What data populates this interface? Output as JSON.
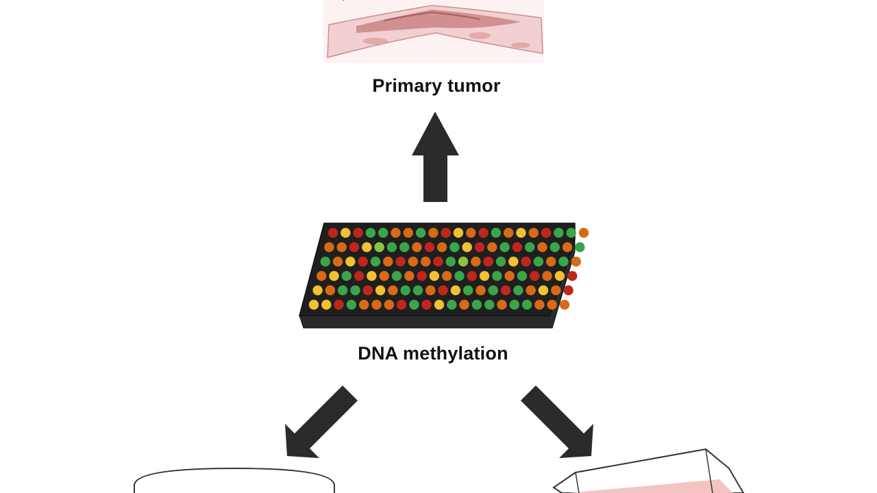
{
  "labels": {
    "primary_tumor": "Primary tumor",
    "dna_methylation": "DNA methylation"
  },
  "colors": {
    "background": "#ffffff",
    "arrow": "#2b2b2b",
    "array_plate": "#1f1f1f",
    "dot_red": "#c0261c",
    "dot_orange": "#d86a17",
    "dot_yellow": "#f0c132",
    "dot_green": "#3aa54a",
    "dot_light_green": "#8cc33f",
    "tissue_pink": "#f2cfd0",
    "tissue_dark": "#b9706f",
    "flask_fill": "#f3c4c2"
  },
  "microarray": {
    "rows": [
      [
        "red",
        "yellow",
        "red",
        "green",
        "green",
        "orange",
        "orange",
        "green",
        "orange",
        "red",
        "yellow",
        "orange",
        "red",
        "green",
        "orange",
        "yellow",
        "orange",
        "red",
        "green",
        "green",
        "orange"
      ],
      [
        "orange",
        "orange",
        "red",
        "yellow",
        "light_green",
        "green",
        "green",
        "orange",
        "red",
        "orange",
        "green",
        "yellow",
        "red",
        "orange",
        "green",
        "red",
        "green",
        "orange",
        "green",
        "orange",
        "green"
      ],
      [
        "green",
        "orange",
        "yellow",
        "red",
        "green",
        "orange",
        "red",
        "orange",
        "orange",
        "red",
        "green",
        "light_green",
        "orange",
        "red",
        "green",
        "yellow",
        "red",
        "green",
        "orange",
        "green",
        "orange"
      ],
      [
        "orange",
        "yellow",
        "green",
        "red",
        "yellow",
        "orange",
        "green",
        "orange",
        "red",
        "yellow",
        "orange",
        "green",
        "red",
        "yellow",
        "green",
        "orange",
        "green",
        "red",
        "orange",
        "yellow",
        "red"
      ],
      [
        "yellow",
        "orange",
        "green",
        "green",
        "red",
        "yellow",
        "orange",
        "green",
        "green",
        "orange",
        "red",
        "yellow",
        "green",
        "orange",
        "green",
        "red",
        "green",
        "orange",
        "yellow",
        "orange",
        "red"
      ],
      [
        "yellow",
        "yellow",
        "red",
        "green",
        "orange",
        "orange",
        "orange",
        "red",
        "green",
        "red",
        "yellow",
        "green",
        "orange",
        "green",
        "green",
        "orange",
        "green",
        "green",
        "orange",
        "orange",
        "orange"
      ]
    ]
  }
}
